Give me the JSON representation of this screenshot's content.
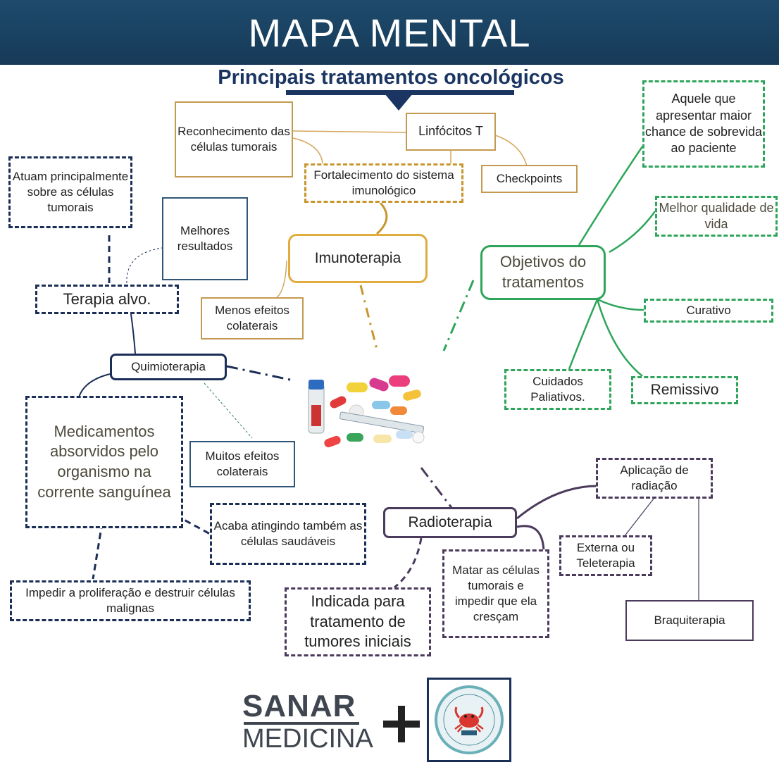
{
  "header": {
    "title": "MAPA MENTAL"
  },
  "subtitle": "Principais tratamentos oncológicos",
  "nodes": {
    "reconhecimento": "Reconhecimento das células tumorais",
    "linfocitos": "Linfócitos T",
    "fortalecimento": "Fortalecimento do sistema imunológico",
    "checkpoints": "Checkpoints",
    "imunoterapia": "Imunoterapia",
    "menos_efeitos": "Menos efeitos colaterais",
    "atuam": "Atuam principalmente sobre as células tumorais",
    "melhores": "Melhores resultados",
    "terapia_alvo": "Terapia alvo.",
    "quimioterapia": "Quimioterapia",
    "medicamentos": "Medicamentos absorvidos pelo organismo na corrente sanguínea",
    "muitos_efeitos": "Muitos efeitos colaterais",
    "acaba": "Acaba atingindo também as células saudáveis",
    "impedir": "Impedir a proliferação e destruir células malignas",
    "objetivos": "Objetivos do tratamentos",
    "aquele": "Aquele que apresentar maior chance de sobrevida ao paciente",
    "melhor_qualidade": "Melhor qualidade de vida",
    "curativo": "Curativo",
    "cuidados": "Cuidados Paliativos.",
    "remissivo": "Remissivo",
    "radioterapia": "Radioterapia",
    "aplicacao": "Aplicação de radiação",
    "externa": "Externa ou Teleterapia",
    "braquiterapia": "Braquiterapia",
    "matar": "Matar as células tumorais e impedir que ela cresçam",
    "indicada": "Indicada para tratamento de tumores iniciais"
  },
  "logos": {
    "sanar_line1": "SANAR",
    "sanar_line2": "MEDICINA"
  },
  "colors": {
    "header": "#1e4a6c",
    "navy": "#1b2e57",
    "tan": "#c8962e",
    "green": "#2ea55a",
    "purple": "#4a3a5c"
  }
}
